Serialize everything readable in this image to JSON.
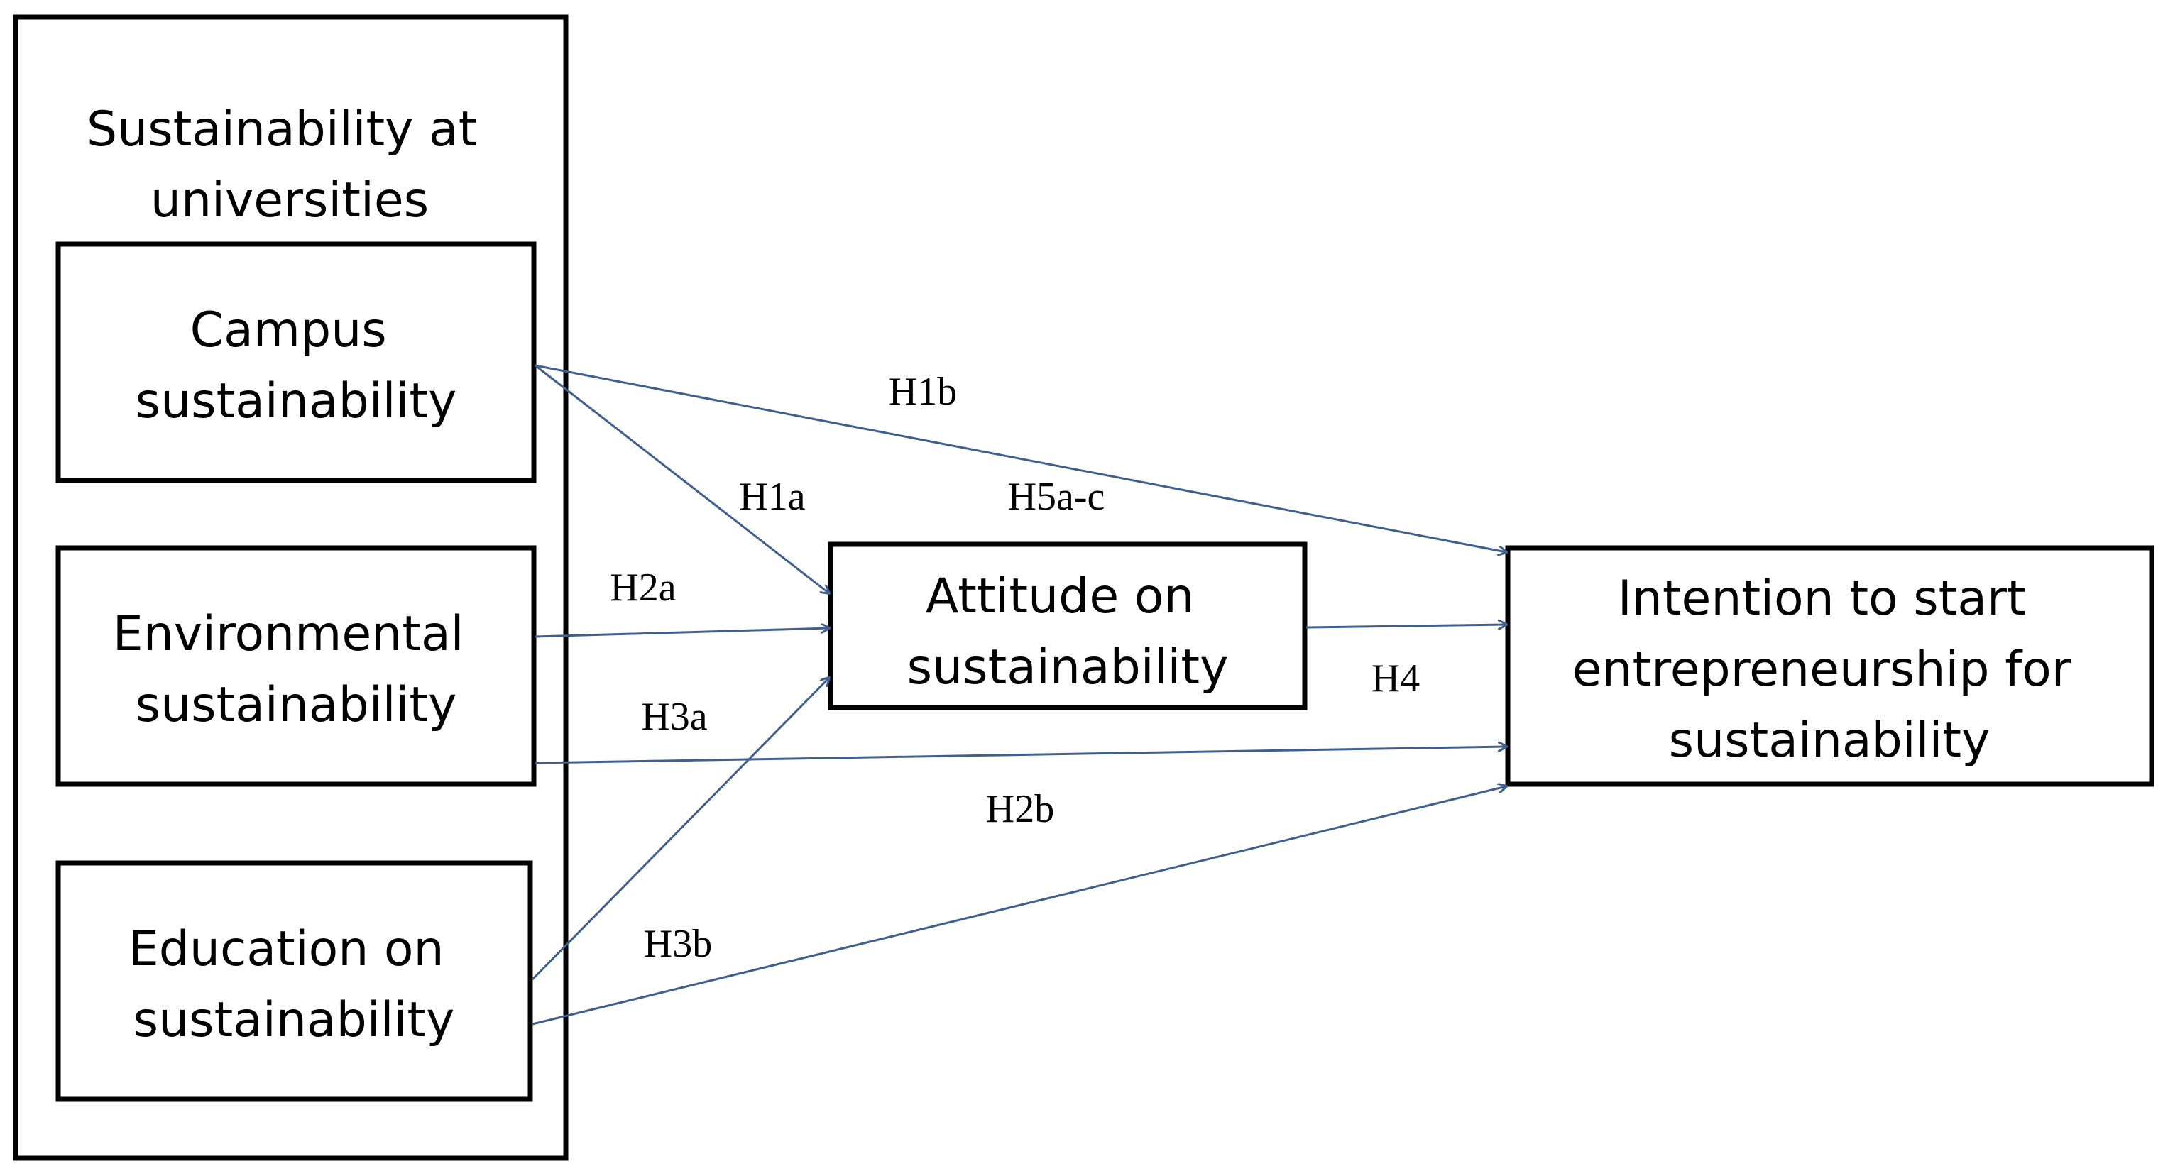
{
  "outer_group": {
    "title_lines": [
      "Sustainability at",
      "universities"
    ]
  },
  "constructs": {
    "campus": {
      "lines": [
        "Campus",
        "sustainability"
      ]
    },
    "environmental": {
      "lines": [
        "Environmental",
        "sustainability"
      ]
    },
    "education": {
      "lines": [
        "Education on",
        "sustainability"
      ]
    },
    "attitude": {
      "lines": [
        "Attitude on",
        "sustainability"
      ]
    },
    "intention": {
      "lines": [
        "Intention to start",
        "entrepreneurship  for",
        "sustainability"
      ]
    }
  },
  "hypotheses": {
    "h1a": "H1a",
    "h1b": "H1b",
    "h2a": "H2a",
    "h2b": "H2b",
    "h3a": "H3a",
    "h3b": "H3b",
    "h4": "H4",
    "h5": "H5a-c"
  },
  "colors": {
    "arrow": "#3f5f8f",
    "box_stroke": "#000000"
  }
}
